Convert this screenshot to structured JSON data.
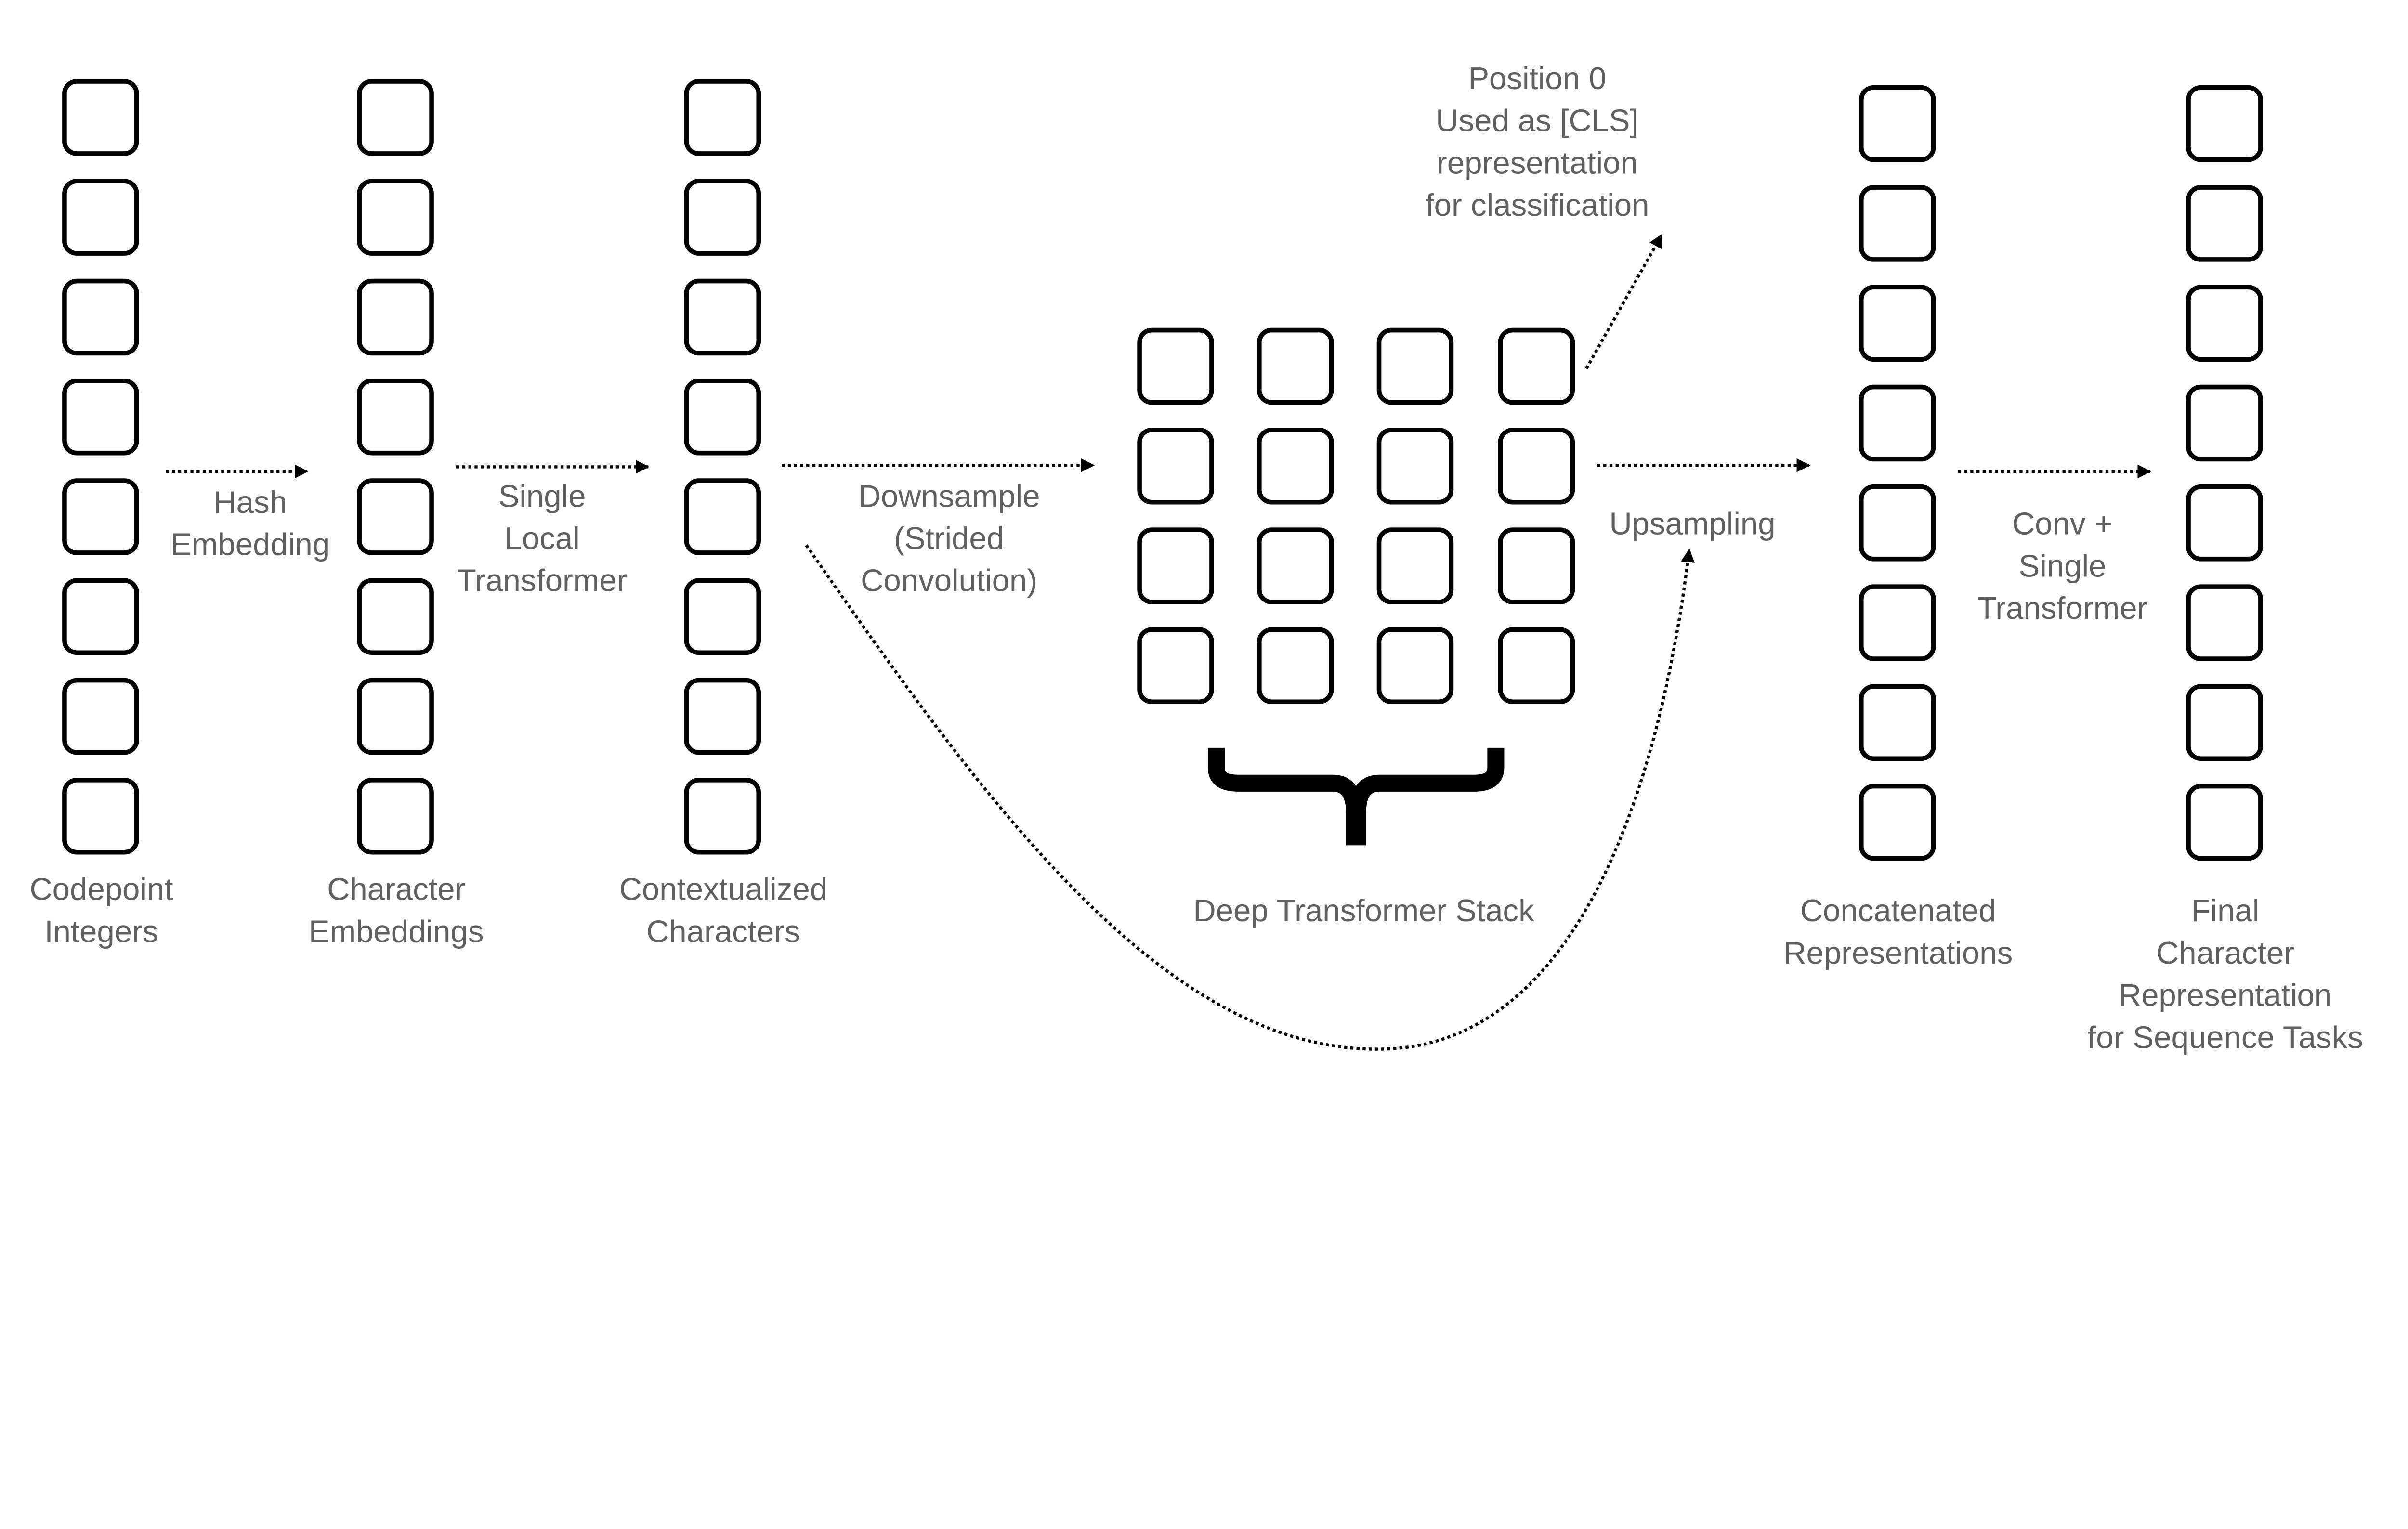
{
  "colors": {
    "text": "#606060",
    "stroke": "#000000",
    "background": "#ffffff"
  },
  "columns": [
    {
      "id": "codepoint",
      "label": [
        "Codepoint",
        "Integers"
      ],
      "cells": 8
    },
    {
      "id": "char-emb",
      "label": [
        "Character",
        "Embeddings"
      ],
      "cells": 8
    },
    {
      "id": "contextual",
      "label": [
        "Contextualized",
        "Characters"
      ],
      "cells": 8
    },
    {
      "id": "concat",
      "label": [
        "Concatenated",
        "Representations"
      ],
      "cells": 8
    },
    {
      "id": "final",
      "label": [
        "Final",
        "Character",
        "Representation",
        "for Sequence Tasks"
      ],
      "cells": 8
    }
  ],
  "grid": {
    "rows": 4,
    "cols": 4,
    "label": "Deep Transformer Stack"
  },
  "arrows": [
    {
      "id": "hash-embedding",
      "label": [
        "Hash",
        "Embedding"
      ]
    },
    {
      "id": "single-local-transformer",
      "label": [
        "Single",
        "Local",
        "Transformer"
      ]
    },
    {
      "id": "downsample",
      "label": [
        "Downsample",
        "(Strided",
        "Convolution)"
      ]
    },
    {
      "id": "upsampling",
      "label": [
        "Upsampling"
      ]
    },
    {
      "id": "conv-single-transformer",
      "label": [
        "Conv +",
        "Single",
        "Transformer"
      ]
    }
  ],
  "cls_note": [
    "Position 0",
    "Used as [CLS]",
    "representation",
    "for classification"
  ]
}
